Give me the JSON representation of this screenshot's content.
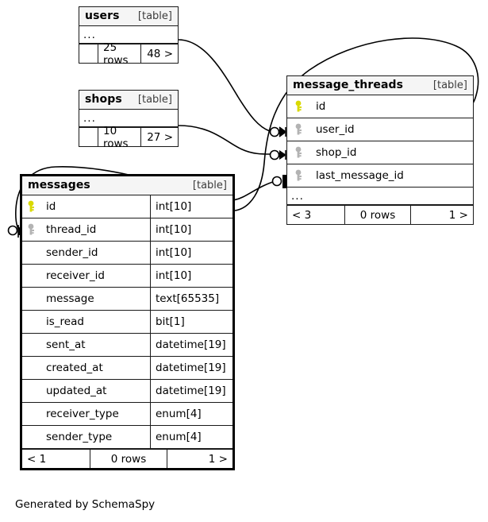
{
  "diagram": {
    "generator_note": "Generated by SchemaSpy",
    "table_tag": "[table]",
    "ellipsis": "...",
    "key_colors": {
      "primary": "#d9d900",
      "foreign": "#b3b3b3"
    }
  },
  "tables": [
    {
      "id": "users",
      "name": "users",
      "tag": "[table]",
      "collapsed": true,
      "ellipsis": "...",
      "footer": {
        "prev": "",
        "rows": "25 rows",
        "next": "48 >"
      }
    },
    {
      "id": "shops",
      "name": "shops",
      "tag": "[table]",
      "collapsed": true,
      "ellipsis": "...",
      "footer": {
        "prev": "",
        "rows": "10 rows",
        "next": "27 >"
      }
    },
    {
      "id": "message_threads",
      "name": "message_threads",
      "tag": "[table]",
      "collapsed": false,
      "ellipsis": "...",
      "columns": [
        {
          "name": "id",
          "type": "",
          "key": "primary"
        },
        {
          "name": "user_id",
          "type": "",
          "key": "foreign"
        },
        {
          "name": "shop_id",
          "type": "",
          "key": "foreign"
        },
        {
          "name": "last_message_id",
          "type": "",
          "key": "foreign"
        }
      ],
      "footer": {
        "prev": "< 3",
        "rows": "0 rows",
        "next": "1 >"
      }
    },
    {
      "id": "messages",
      "name": "messages",
      "tag": "[table]",
      "emphasis": true,
      "columns": [
        {
          "name": "id",
          "type": "int[10]",
          "key": "primary"
        },
        {
          "name": "thread_id",
          "type": "int[10]",
          "key": "foreign"
        },
        {
          "name": "sender_id",
          "type": "int[10]",
          "key": "none"
        },
        {
          "name": "receiver_id",
          "type": "int[10]",
          "key": "none"
        },
        {
          "name": "message",
          "type": "text[65535]",
          "key": "none"
        },
        {
          "name": "is_read",
          "type": "bit[1]",
          "key": "none"
        },
        {
          "name": "sent_at",
          "type": "datetime[19]",
          "key": "none"
        },
        {
          "name": "created_at",
          "type": "datetime[19]",
          "key": "none"
        },
        {
          "name": "updated_at",
          "type": "datetime[19]",
          "key": "none"
        },
        {
          "name": "receiver_type",
          "type": "enum[4]",
          "key": "none"
        },
        {
          "name": "sender_type",
          "type": "enum[4]",
          "key": "none"
        }
      ],
      "footer": {
        "prev": "< 1",
        "rows": "0 rows",
        "next": "1 >"
      }
    }
  ],
  "relationships": [
    {
      "from": "users",
      "from_column": "id",
      "to": "message_threads",
      "to_column": "user_id",
      "cardinality": "one-to-many"
    },
    {
      "from": "shops",
      "from_column": "id",
      "to": "message_threads",
      "to_column": "shop_id",
      "cardinality": "one-to-many"
    },
    {
      "from": "messages",
      "from_column": "id",
      "to": "message_threads",
      "to_column": "last_message_id",
      "cardinality": "one-to-one"
    },
    {
      "from": "message_threads",
      "from_column": "id",
      "to": "messages",
      "to_column": "thread_id",
      "cardinality": "one-to-many"
    }
  ]
}
